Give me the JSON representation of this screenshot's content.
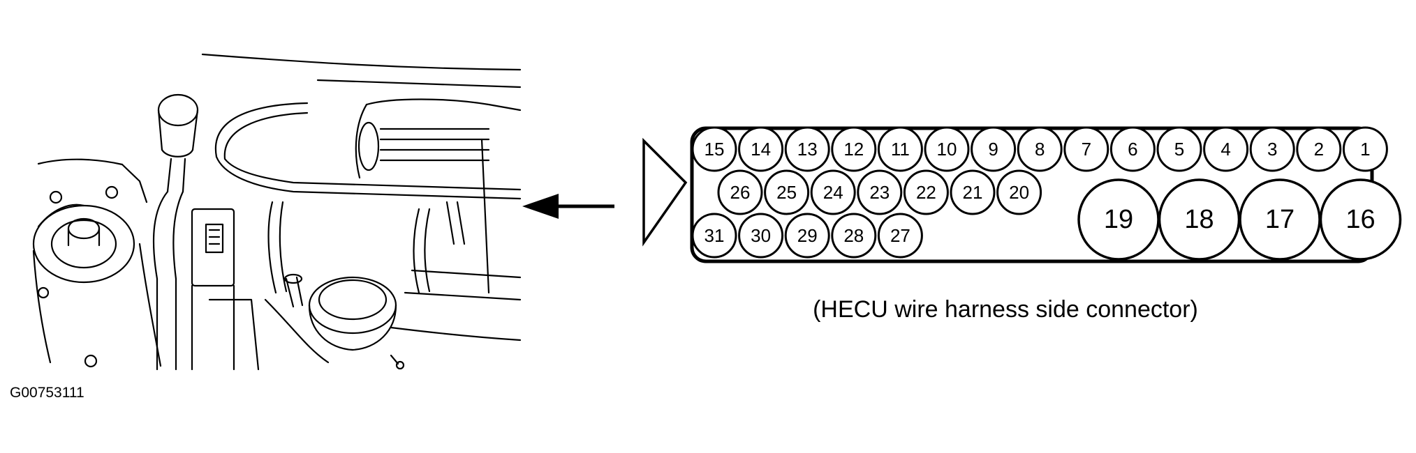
{
  "figure_id": "G00753111",
  "caption": "(HECU wire harness side connector)",
  "connector": {
    "small_pins": [
      {
        "row": 1,
        "labels": [
          "15",
          "14",
          "13",
          "12",
          "11",
          "10",
          "9",
          "8",
          "7",
          "6",
          "5",
          "4",
          "3",
          "2",
          "1"
        ]
      },
      {
        "row": 2,
        "labels": [
          "26",
          "25",
          "24",
          "23",
          "22",
          "21",
          "20"
        ]
      },
      {
        "row": 3,
        "labels": [
          "31",
          "30",
          "29",
          "28",
          "27"
        ]
      }
    ],
    "large_pins": [
      "19",
      "18",
      "17",
      "16"
    ]
  },
  "colors": {
    "line": "#000000",
    "background": "#ffffff"
  }
}
